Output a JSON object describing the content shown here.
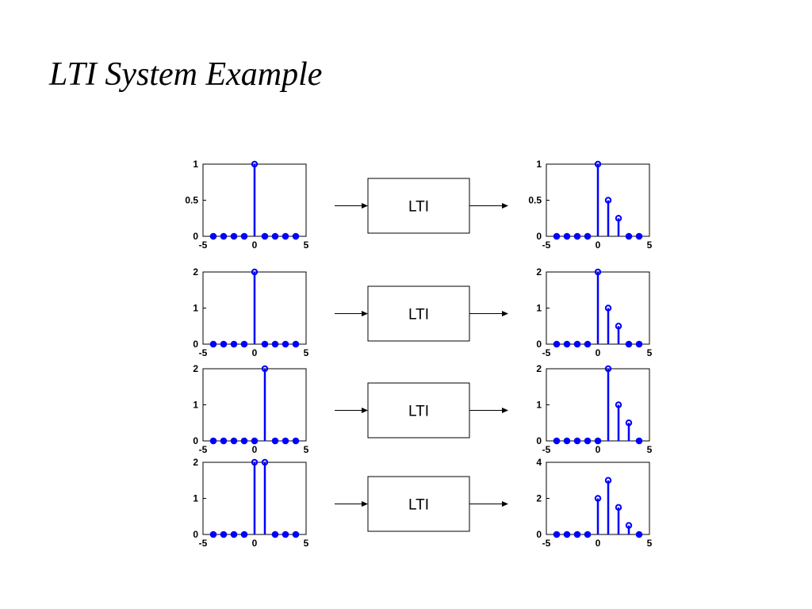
{
  "slide": {
    "title": "LTI System Example"
  },
  "colors": {
    "stem": "#0000ff",
    "axes": "#000000",
    "background": "#ffffff"
  },
  "rows": [
    {
      "box_label": "LTI",
      "input": {
        "chart_data": {
          "type": "stem",
          "x": [
            -4,
            -3,
            -2,
            -1,
            0,
            1,
            2,
            3,
            4
          ],
          "y": [
            0,
            0,
            0,
            0,
            1,
            0,
            0,
            0,
            0
          ],
          "xlim": [
            -5,
            5
          ],
          "ylim": [
            0,
            1
          ],
          "xticks": [
            "-5",
            "0",
            "5"
          ],
          "yticks": [
            "0",
            "0.5",
            "1"
          ]
        }
      },
      "output": {
        "chart_data": {
          "type": "stem",
          "x": [
            -4,
            -3,
            -2,
            -1,
            0,
            1,
            2,
            3,
            4
          ],
          "y": [
            0,
            0,
            0,
            0,
            1,
            0.5,
            0.25,
            0,
            0
          ],
          "xlim": [
            -5,
            5
          ],
          "ylim": [
            0,
            1
          ],
          "xticks": [
            "-5",
            "0",
            "5"
          ],
          "yticks": [
            "0",
            "0.5",
            "1"
          ]
        }
      }
    },
    {
      "box_label": "LTI",
      "input": {
        "chart_data": {
          "type": "stem",
          "x": [
            -4,
            -3,
            -2,
            -1,
            0,
            1,
            2,
            3,
            4
          ],
          "y": [
            0,
            0,
            0,
            0,
            2,
            0,
            0,
            0,
            0
          ],
          "xlim": [
            -5,
            5
          ],
          "ylim": [
            0,
            2
          ],
          "xticks": [
            "-5",
            "0",
            "5"
          ],
          "yticks": [
            "0",
            "1",
            "2"
          ]
        }
      },
      "output": {
        "chart_data": {
          "type": "stem",
          "x": [
            -4,
            -3,
            -2,
            -1,
            0,
            1,
            2,
            3,
            4
          ],
          "y": [
            0,
            0,
            0,
            0,
            2,
            1,
            0.5,
            0,
            0
          ],
          "xlim": [
            -5,
            5
          ],
          "ylim": [
            0,
            2
          ],
          "xticks": [
            "-5",
            "0",
            "5"
          ],
          "yticks": [
            "0",
            "1",
            "2"
          ]
        }
      }
    },
    {
      "box_label": "LTI",
      "input": {
        "chart_data": {
          "type": "stem",
          "x": [
            -4,
            -3,
            -2,
            -1,
            0,
            1,
            2,
            3,
            4
          ],
          "y": [
            0,
            0,
            0,
            0,
            0,
            2,
            0,
            0,
            0
          ],
          "xlim": [
            -5,
            5
          ],
          "ylim": [
            0,
            2
          ],
          "xticks": [
            "-5",
            "0",
            "5"
          ],
          "yticks": [
            "0",
            "1",
            "2"
          ]
        }
      },
      "output": {
        "chart_data": {
          "type": "stem",
          "x": [
            -4,
            -3,
            -2,
            -1,
            0,
            1,
            2,
            3,
            4
          ],
          "y": [
            0,
            0,
            0,
            0,
            0,
            2,
            1,
            0.5,
            0
          ],
          "xlim": [
            -5,
            5
          ],
          "ylim": [
            0,
            2
          ],
          "xticks": [
            "-5",
            "0",
            "5"
          ],
          "yticks": [
            "0",
            "1",
            "2"
          ]
        }
      }
    },
    {
      "box_label": "LTI",
      "input": {
        "chart_data": {
          "type": "stem",
          "x": [
            -4,
            -3,
            -2,
            -1,
            0,
            1,
            2,
            3,
            4
          ],
          "y": [
            0,
            0,
            0,
            0,
            2,
            2,
            0,
            0,
            0
          ],
          "xlim": [
            -5,
            5
          ],
          "ylim": [
            0,
            2
          ],
          "xticks": [
            "-5",
            "0",
            "5"
          ],
          "yticks": [
            "0",
            "1",
            "2"
          ]
        }
      },
      "output": {
        "chart_data": {
          "type": "stem",
          "x": [
            -4,
            -3,
            -2,
            -1,
            0,
            1,
            2,
            3,
            4
          ],
          "y": [
            0,
            0,
            0,
            0,
            2,
            3,
            1.5,
            0.5,
            0
          ],
          "xlim": [
            -5,
            5
          ],
          "ylim": [
            0,
            4
          ],
          "xticks": [
            "-5",
            "0",
            "5"
          ],
          "yticks": [
            "0",
            "2",
            "4"
          ]
        }
      }
    }
  ]
}
